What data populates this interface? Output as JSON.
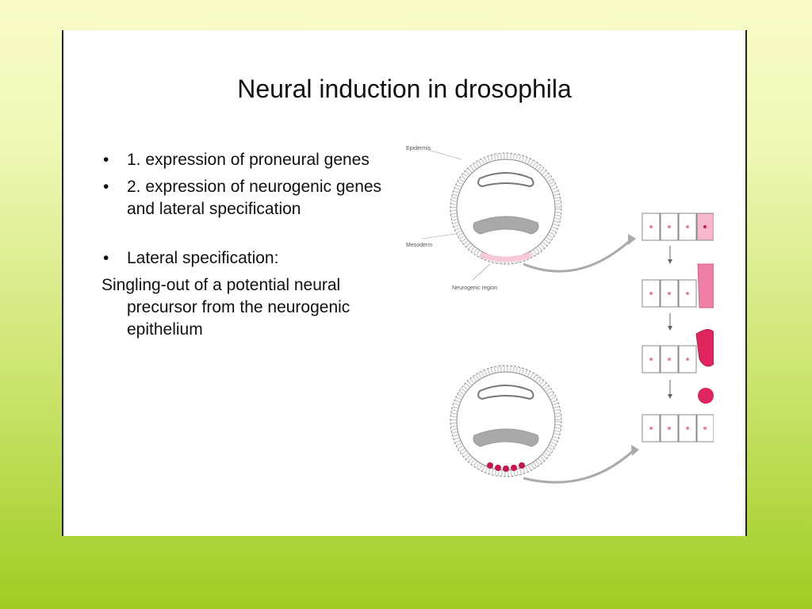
{
  "slide": {
    "title": "Neural induction in drosophila",
    "bullets": [
      {
        "marker": "•",
        "text": "1.  expression of proneural genes"
      },
      {
        "marker": "•",
        "text": "2.  expression of neurogenic genes and lateral specification"
      },
      {
        "marker": "•",
        "text": "Lateral specification:"
      }
    ],
    "paragraph": "Singling-out of a potential neural precursor from the neurogenic epithelium"
  },
  "figure": {
    "labels": {
      "epidermis": "Epidermis",
      "mesoderm": "Mesoderm",
      "neurogenic_region": "Neurogenic region"
    },
    "colors": {
      "pink_light": "#f7c9da",
      "pink_mid": "#ef7fa6",
      "magenta": "#e0245e",
      "cell_outline": "#8a8a8a",
      "mesoderm_gray": "#a9a9a9"
    }
  }
}
